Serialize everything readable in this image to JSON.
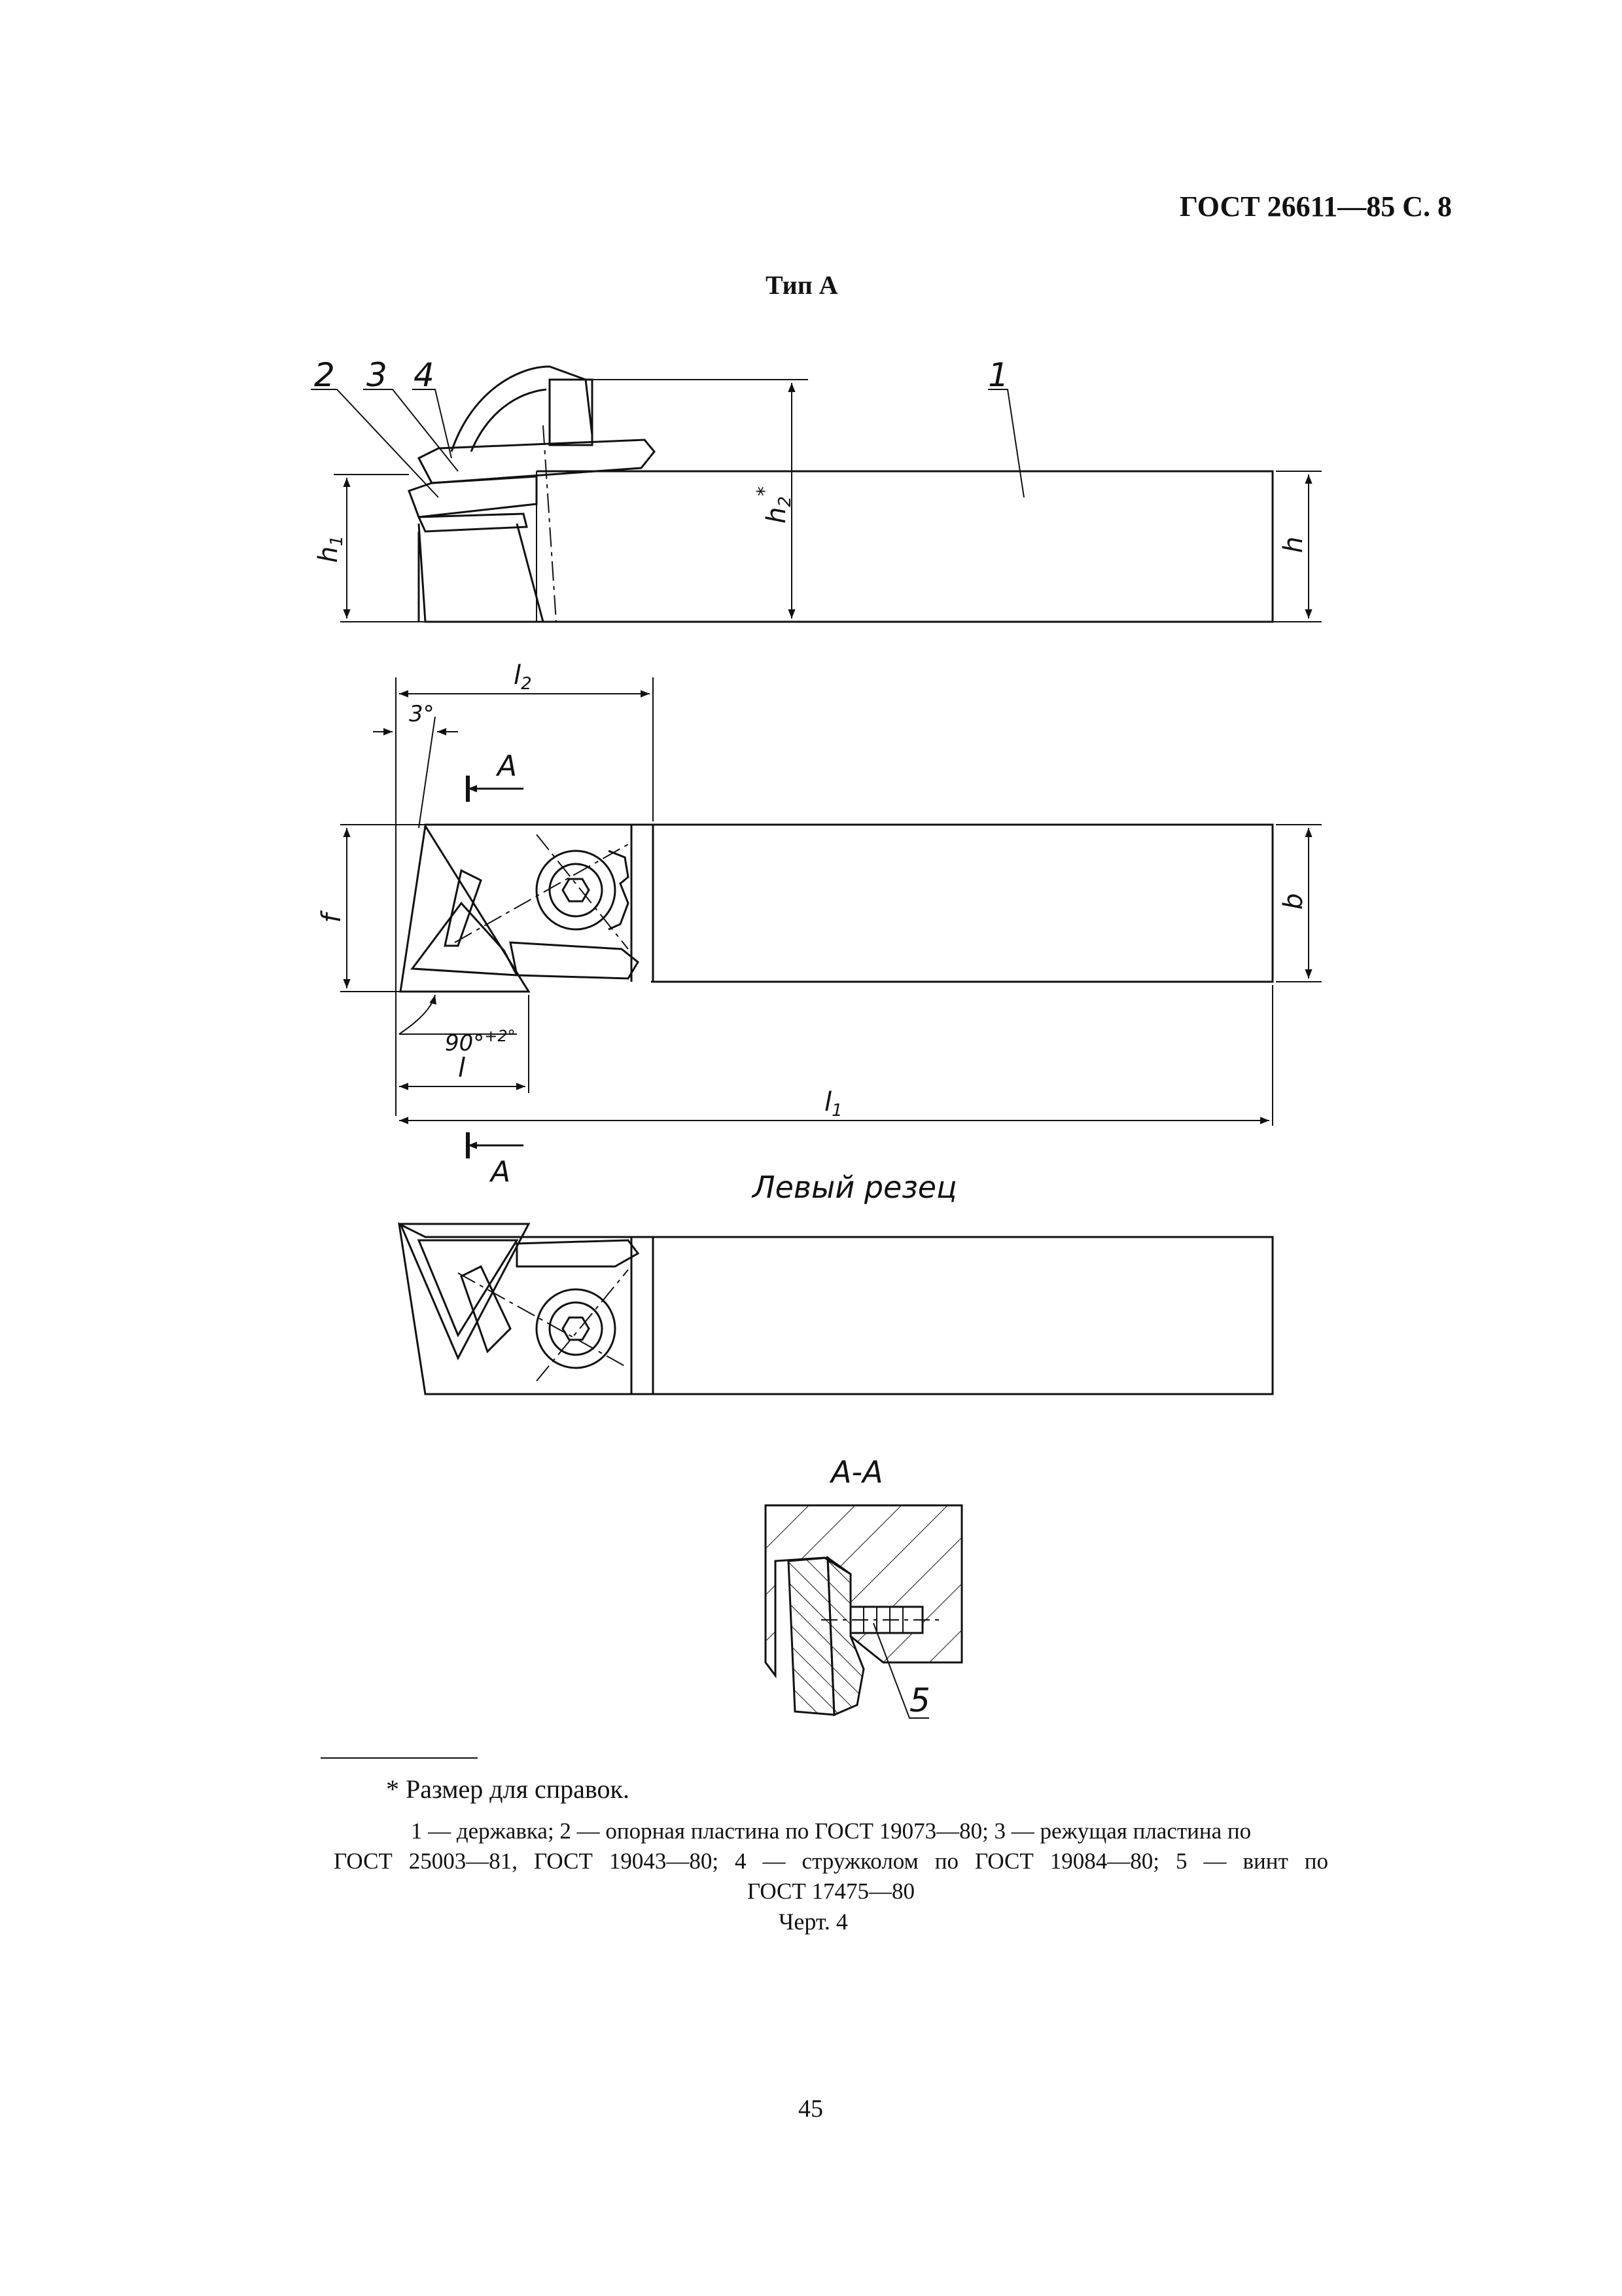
{
  "header": {
    "standard": "ГОСТ 26611—85 С. 8"
  },
  "view_title": "Тип А",
  "drawing_labels": {
    "pos1": "1",
    "pos2": "2",
    "pos3": "3",
    "pos4": "4",
    "pos5": "5",
    "h1": "h",
    "h1_sub": "1",
    "h2": "h",
    "h2_sub": "2",
    "h2_star": "*",
    "h": "h",
    "b": "b",
    "f": "f",
    "l2": "l",
    "l2_sub": "2",
    "l1": "l",
    "l1_sub": "1",
    "l": "l",
    "angle3": "3°",
    "angle90": "90°",
    "angle90_tol": "+2°",
    "sectionA": "A",
    "left_cutter": "Левый резец",
    "sectionAA": "А-А"
  },
  "footnote": "* Размер для справок.",
  "legend": {
    "line1": "1 — державка; 2 — опорная пластина по ГОСТ 19073—80; 3 — режущая пластина по",
    "line2": "ГОСТ 25003—81, ГОСТ 19043—80; 4 — стружколом по ГОСТ 19084—80; 5 — винт по",
    "line3": "ГОСТ 17475—80"
  },
  "caption": "Черт. 4",
  "page_number": "45"
}
